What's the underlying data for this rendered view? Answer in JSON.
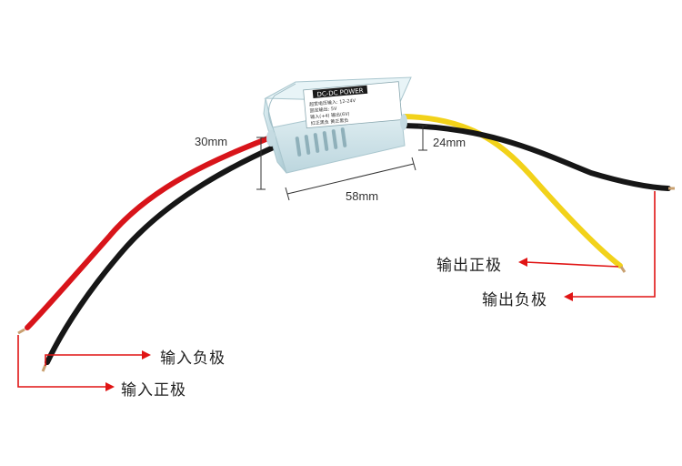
{
  "photo": {
    "subject": "DC-DC converter module with four wires",
    "label_title": "DC-DC POWER",
    "label_lines": [
      "超宽电压输入: 12-24V",
      "固定输出: 5V",
      "输入(+4)  输出(6V)",
      "红正黑负  黄正黑负"
    ]
  },
  "dimensions": {
    "height": "30mm",
    "length": "58mm",
    "width": "24mm"
  },
  "callouts": {
    "output_positive": "输出正极",
    "output_negative": "输出负极",
    "input_negative": "输入负极",
    "input_positive": "输入正极"
  },
  "colors": {
    "arrow": "#e01414",
    "wire_red": "#d8141a",
    "wire_black": "#161616",
    "wire_yellow": "#f2d21a",
    "housing": "#cfe4ea"
  }
}
